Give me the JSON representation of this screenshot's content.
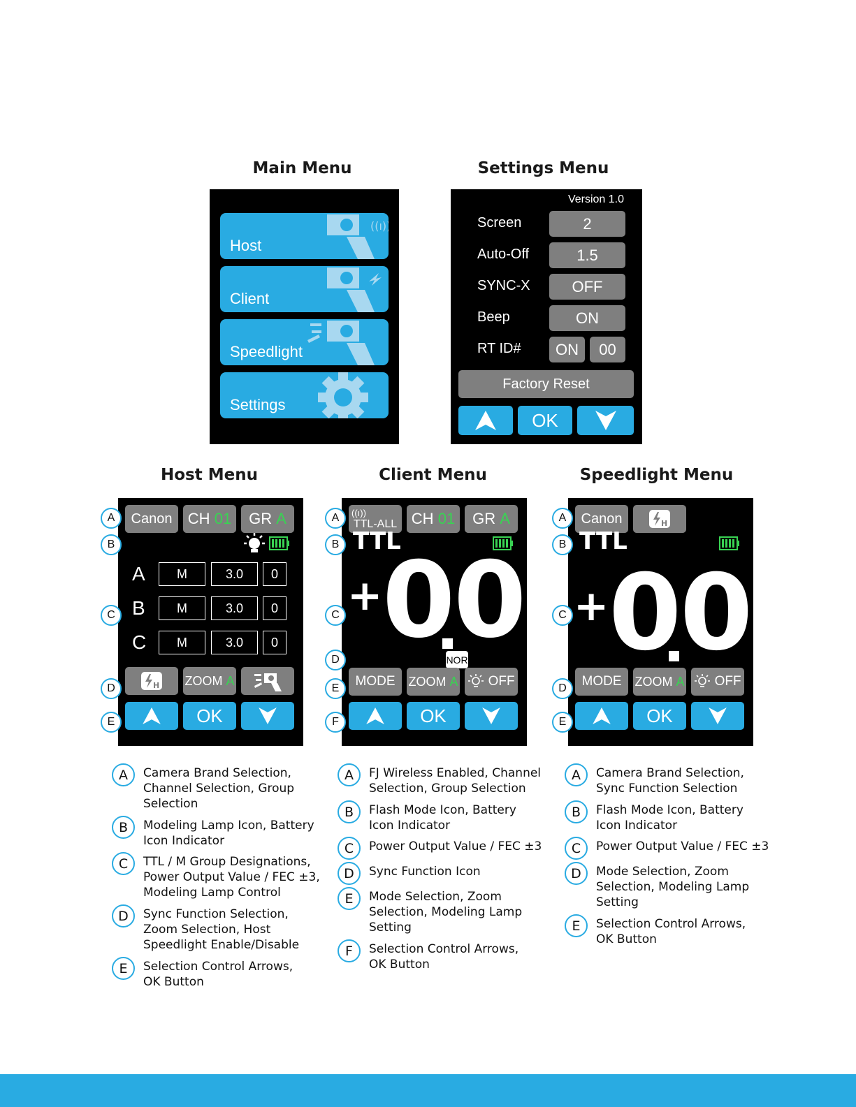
{
  "titles": {
    "main": "Main Menu",
    "settings": "Settings Menu",
    "host": "Host Menu",
    "client": "Client Menu",
    "speedlight": "Speedlight Menu"
  },
  "main_menu": {
    "items": [
      {
        "label": "Host",
        "icon": "wireless-host-icon"
      },
      {
        "label": "Client",
        "icon": "client-trigger-icon"
      },
      {
        "label": "Speedlight",
        "icon": "speedlight-icon"
      },
      {
        "label": "Settings",
        "icon": "gear-icon"
      }
    ]
  },
  "settings_menu": {
    "version": "Version 1.0",
    "rows": [
      {
        "label": "Screen",
        "value": "2"
      },
      {
        "label": "Auto-Off",
        "value": "1.5"
      },
      {
        "label": "SYNC-X",
        "value": "OFF"
      },
      {
        "label": "Beep",
        "value": "ON"
      }
    ],
    "rtid": {
      "label": "RT ID#",
      "value1": "ON",
      "value2": "00"
    },
    "factory_reset": "Factory Reset",
    "ok": "OK"
  },
  "host_menu": {
    "brand": "Canon",
    "ch_label": "CH",
    "ch_value": "01",
    "gr_label": "GR",
    "gr_value": "A",
    "groups": [
      {
        "name": "A",
        "mode": "M",
        "power": "3.0",
        "fec": "0"
      },
      {
        "name": "B",
        "mode": "M",
        "power": "3.0",
        "fec": "0"
      },
      {
        "name": "C",
        "mode": "M",
        "power": "3.0",
        "fec": "0"
      }
    ],
    "zoom_label": "ZOOM",
    "zoom_value": "A",
    "ok": "OK",
    "callouts": [
      "A",
      "B",
      "C",
      "D",
      "E"
    ]
  },
  "client_menu": {
    "wireless": "TTL-ALL",
    "ch_label": "CH",
    "ch_value": "01",
    "gr_label": "GR",
    "gr_value": "A",
    "mode": "TTL",
    "sign": "+",
    "int_part": "0",
    "dec_part": "0",
    "sync": "NOR",
    "mode_btn": "MODE",
    "zoom_label": "ZOOM",
    "zoom_value": "A",
    "lamp": "OFF",
    "ok": "OK",
    "callouts": [
      "A",
      "B",
      "C",
      "D",
      "E",
      "F"
    ]
  },
  "speedlight_menu": {
    "brand": "Canon",
    "mode": "TTL",
    "sign": "+",
    "int_part": "0",
    "dec_part": "0",
    "mode_btn": "MODE",
    "zoom_label": "ZOOM",
    "zoom_value": "A",
    "lamp": "OFF",
    "ok": "OK",
    "callouts": [
      "A",
      "B",
      "C",
      "D",
      "E"
    ]
  },
  "legend": {
    "host": [
      {
        "letter": "A",
        "lines": [
          "Camera Brand Selection,",
          "Channel Selection, Group",
          "Selection"
        ]
      },
      {
        "letter": "B",
        "lines": [
          "Modeling Lamp Icon, Battery",
          "Icon Indicator"
        ]
      },
      {
        "letter": "C",
        "lines": [
          "TTL / M Group Designations,",
          "Power Output Value / FEC ±3,",
          "Modeling Lamp Control"
        ]
      },
      {
        "letter": "D",
        "lines": [
          "Sync Function Selection,",
          "Zoom Selection, Host",
          "Speedlight Enable/Disable"
        ]
      },
      {
        "letter": "E",
        "lines": [
          "Selection Control Arrows,",
          "OK Button"
        ]
      }
    ],
    "client": [
      {
        "letter": "A",
        "lines": [
          "FJ Wireless Enabled, Channel",
          "Selection, Group Selection"
        ]
      },
      {
        "letter": "B",
        "lines": [
          "Flash Mode Icon, Battery",
          "Icon Indicator"
        ]
      },
      {
        "letter": "C",
        "lines": [
          "Power Output Value / FEC ±3"
        ]
      },
      {
        "letter": "D",
        "lines": [
          "Sync Function Icon"
        ]
      },
      {
        "letter": "E",
        "lines": [
          "Mode Selection, Zoom",
          "Selection, Modeling Lamp",
          "Setting"
        ]
      },
      {
        "letter": "F",
        "lines": [
          "Selection Control Arrows,",
          "OK Button"
        ]
      }
    ],
    "speedlight": [
      {
        "letter": "A",
        "lines": [
          "Camera Brand Selection,",
          "Sync Function Selection"
        ]
      },
      {
        "letter": "B",
        "lines": [
          "Flash Mode Icon, Battery",
          "Icon Indicator"
        ]
      },
      {
        "letter": "C",
        "lines": [
          "Power Output Value / FEC ±3"
        ]
      },
      {
        "letter": "D",
        "lines": [
          "Mode Selection, Zoom",
          "Selection, Modeling Lamp",
          "Setting"
        ]
      },
      {
        "letter": "E",
        "lines": [
          "Selection Control Arrows,",
          "OK Button"
        ]
      }
    ]
  },
  "colors": {
    "accent": "#29abe2",
    "button_gray": "#7f7f7f",
    "indicator_green": "#39d353",
    "screen_bg": "#000000"
  }
}
